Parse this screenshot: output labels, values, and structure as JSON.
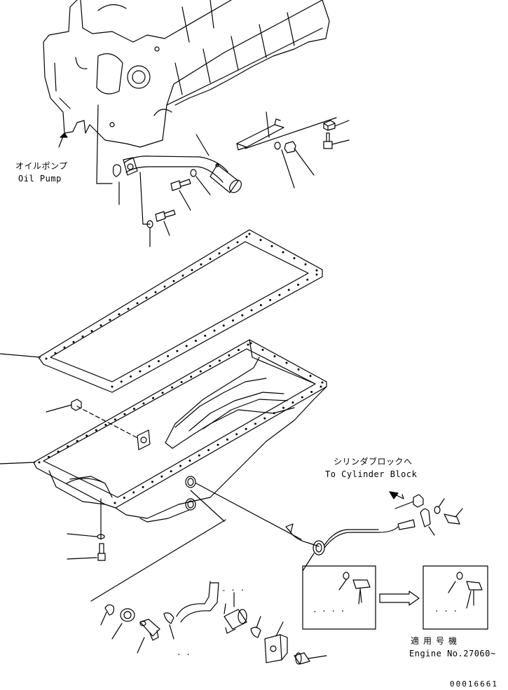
{
  "labels": {
    "oil_pump_jp": "オイルポンプ",
    "oil_pump_en": "Oil Pump",
    "cylinder_block_jp": "シリンダブロックへ",
    "cylinder_block_en": "To Cylinder Block",
    "serial_jp": "適用号機",
    "serial_en": "Engine No.27060~",
    "drawing_no": "00016661"
  },
  "placeholders": {
    "dots_a": "- · · ·",
    "dots_b": "· · ·",
    "dots_c": "- · ·",
    "dots_d": "· ·"
  }
}
